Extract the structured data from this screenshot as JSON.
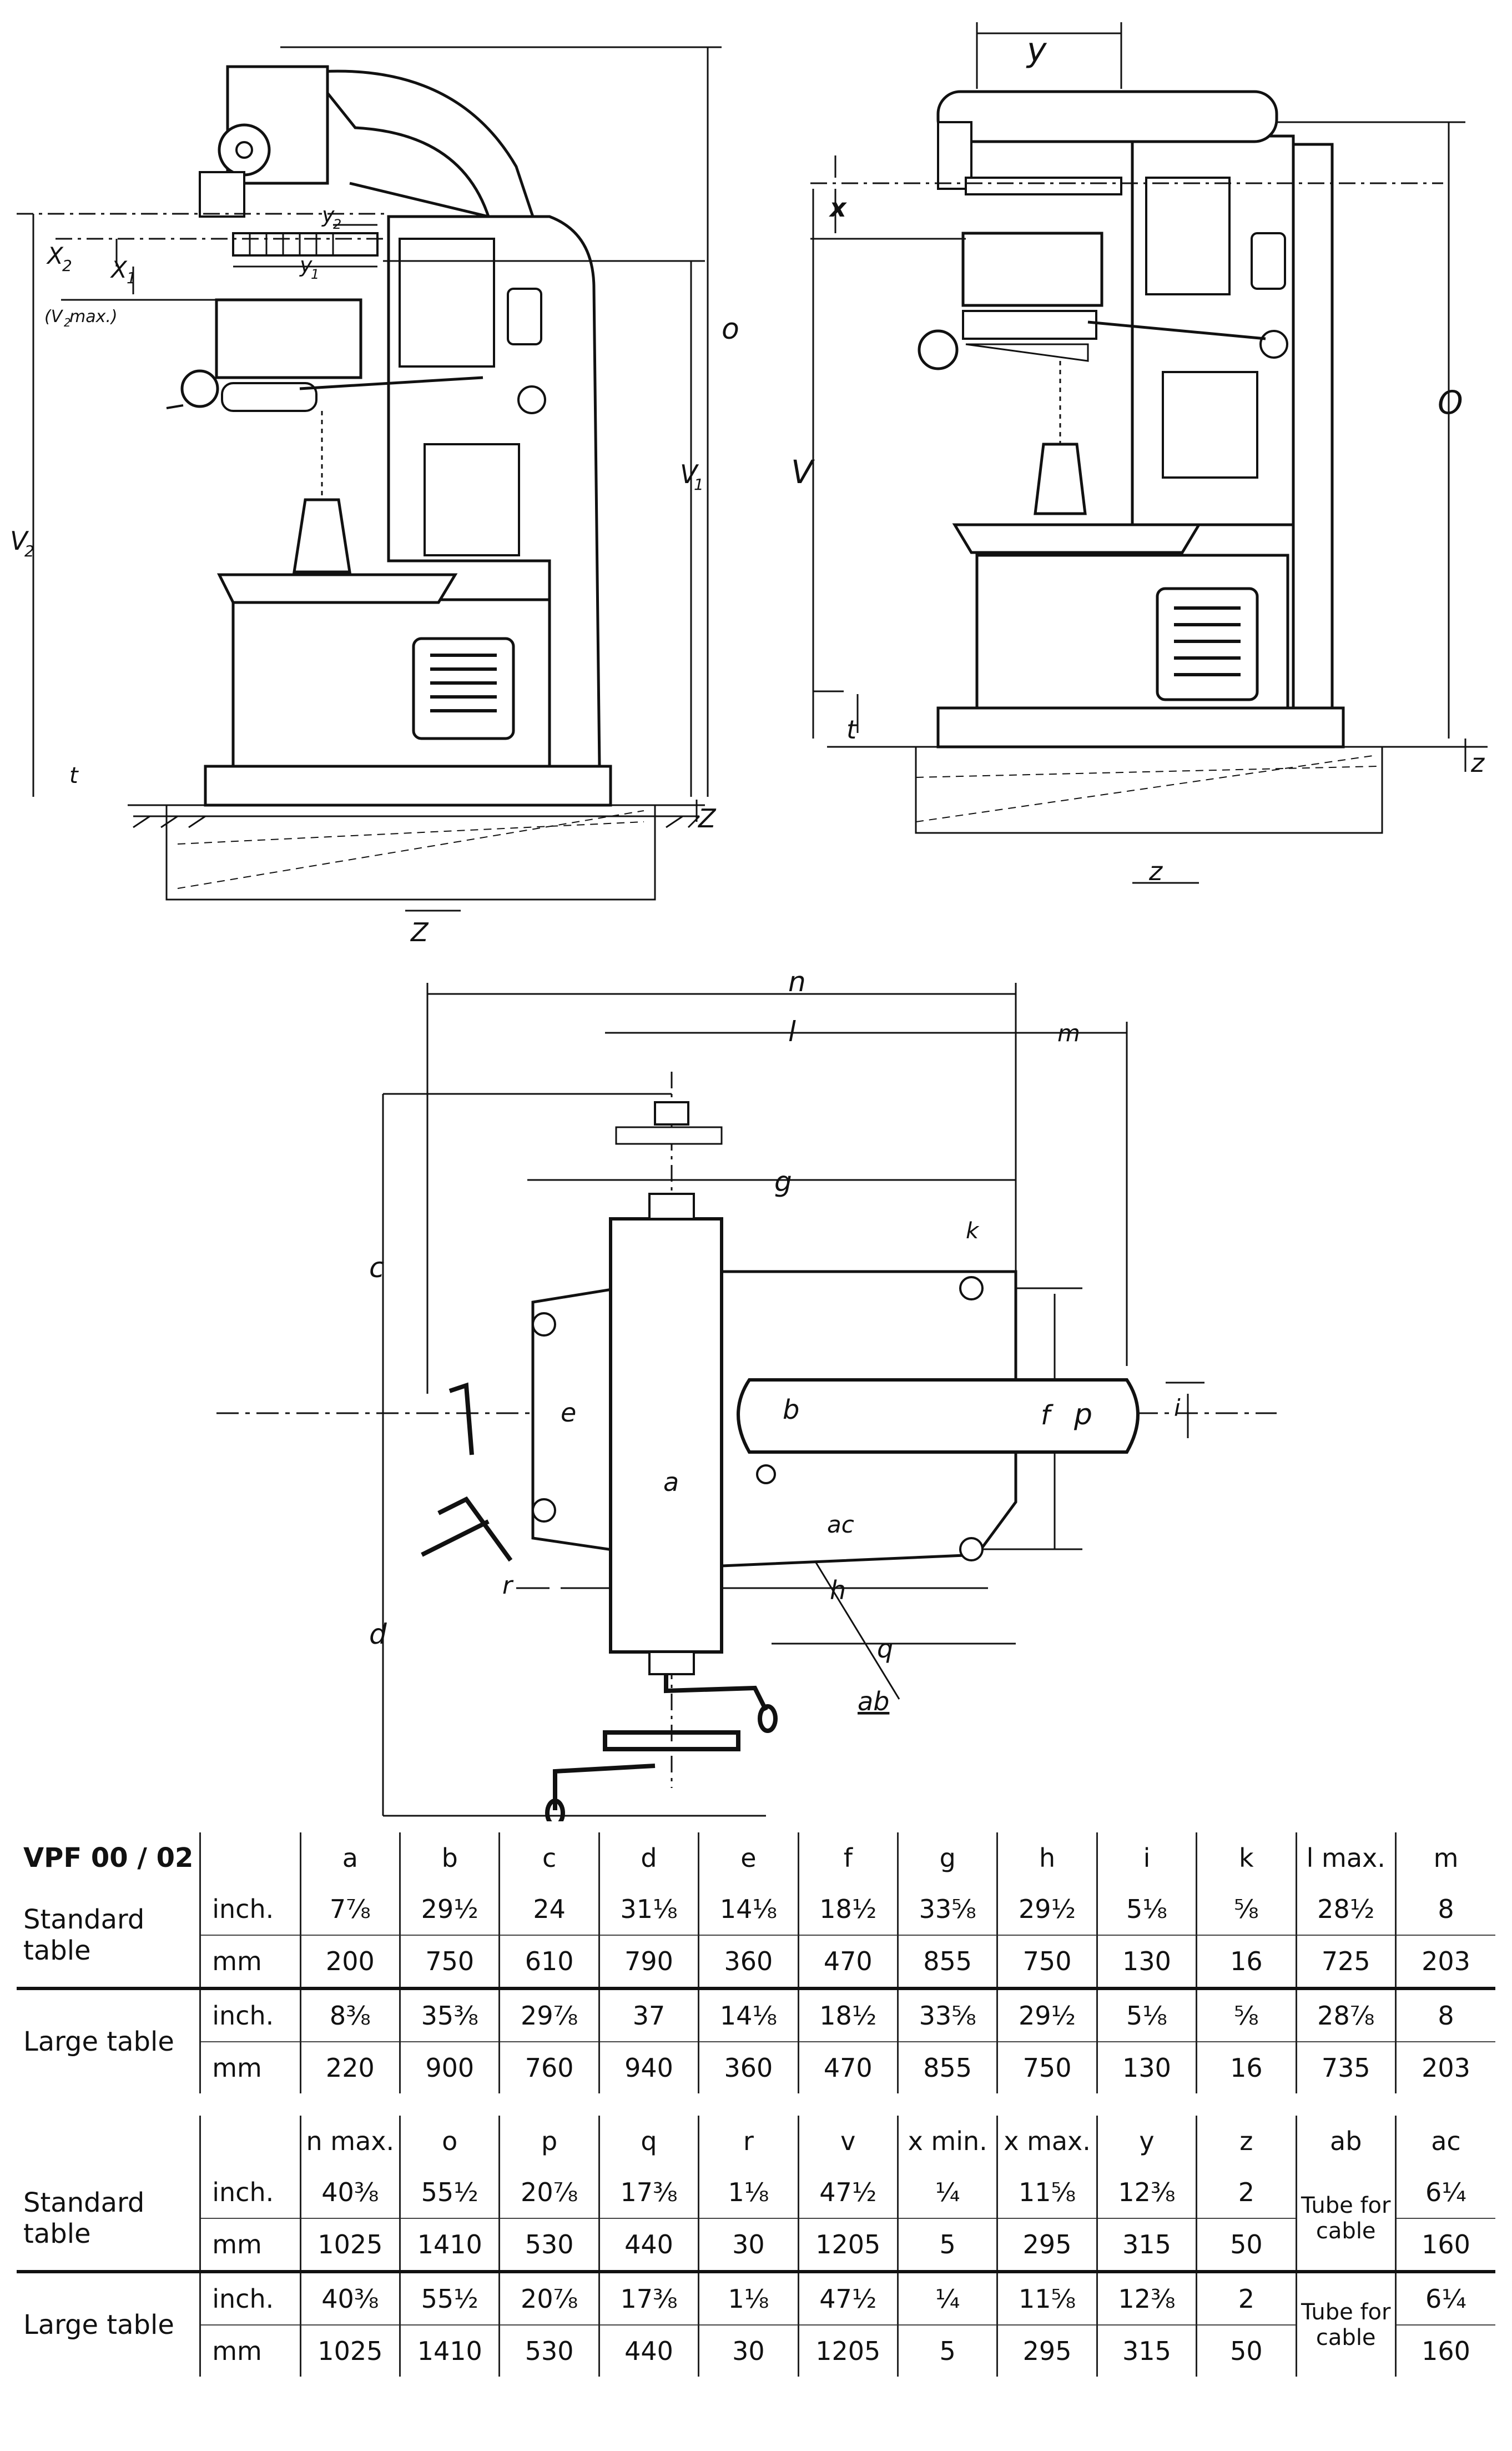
{
  "labels": {
    "left": [
      "X2",
      "X1",
      "(V2 max.)",
      "Y2",
      "Y1",
      "O",
      "V1",
      "V2",
      "t",
      "Z",
      "Z"
    ],
    "right": [
      "y",
      "x",
      "V",
      "O",
      "t",
      "z",
      "z"
    ],
    "plan": [
      "n",
      "l",
      "m",
      "c",
      "d",
      "g",
      "k",
      "e",
      "b",
      "f",
      "p",
      "i",
      "a",
      "ac",
      "r",
      "h",
      "q",
      "ab"
    ]
  },
  "tables": [
    {
      "title": "VPF 00 / 02",
      "headers": [
        "a",
        "b",
        "c",
        "d",
        "e",
        "f",
        "g",
        "h",
        "i",
        "k",
        "l max.",
        "m"
      ],
      "rows": [
        {
          "group": "Standard table",
          "unit": "inch.",
          "values": [
            "7⅞",
            "29½",
            "24",
            "31⅛",
            "14⅛",
            "18½",
            "33⅝",
            "29½",
            "5⅛",
            "⅝",
            "28½",
            "8"
          ]
        },
        {
          "group": "",
          "unit": "mm",
          "values": [
            "200",
            "750",
            "610",
            "790",
            "360",
            "470",
            "855",
            "750",
            "130",
            "16",
            "725",
            "203"
          ]
        },
        {
          "group": "Large table",
          "unit": "inch.",
          "values": [
            "8⅜",
            "35⅜",
            "29⅞",
            "37",
            "14⅛",
            "18½",
            "33⅝",
            "29½",
            "5⅛",
            "⅝",
            "28⅞",
            "8"
          ]
        },
        {
          "group": "",
          "unit": "mm",
          "values": [
            "220",
            "900",
            "760",
            "940",
            "360",
            "470",
            "855",
            "750",
            "130",
            "16",
            "735",
            "203"
          ]
        }
      ]
    },
    {
      "title": "",
      "headers": [
        "n max.",
        "o",
        "p",
        "q",
        "r",
        "v",
        "x min.",
        "x max.",
        "y",
        "z",
        "ab",
        "ac"
      ],
      "rows": [
        {
          "group": "Standard table",
          "unit": "inch.",
          "values": [
            "40⅜",
            "55½",
            "20⅞",
            "17⅜",
            "1⅛",
            "47½",
            "¼",
            "11⅝",
            "12⅜",
            "2",
            "Tube for cable",
            "6¼"
          ]
        },
        {
          "group": "",
          "unit": "mm",
          "values": [
            "1025",
            "1410",
            "530",
            "440",
            "30",
            "1205",
            "5",
            "295",
            "315",
            "50",
            "",
            "160"
          ]
        },
        {
          "group": "Large table",
          "unit": "inch.",
          "values": [
            "40⅜",
            "55½",
            "20⅞",
            "17⅜",
            "1⅛",
            "47½",
            "¼",
            "11⅝",
            "12⅜",
            "2",
            "Tube for cable",
            "6¼"
          ]
        },
        {
          "group": "",
          "unit": "mm",
          "values": [
            "1025",
            "1410",
            "530",
            "440",
            "30",
            "1205",
            "5",
            "295",
            "315",
            "50",
            "",
            "160"
          ]
        }
      ]
    }
  ]
}
